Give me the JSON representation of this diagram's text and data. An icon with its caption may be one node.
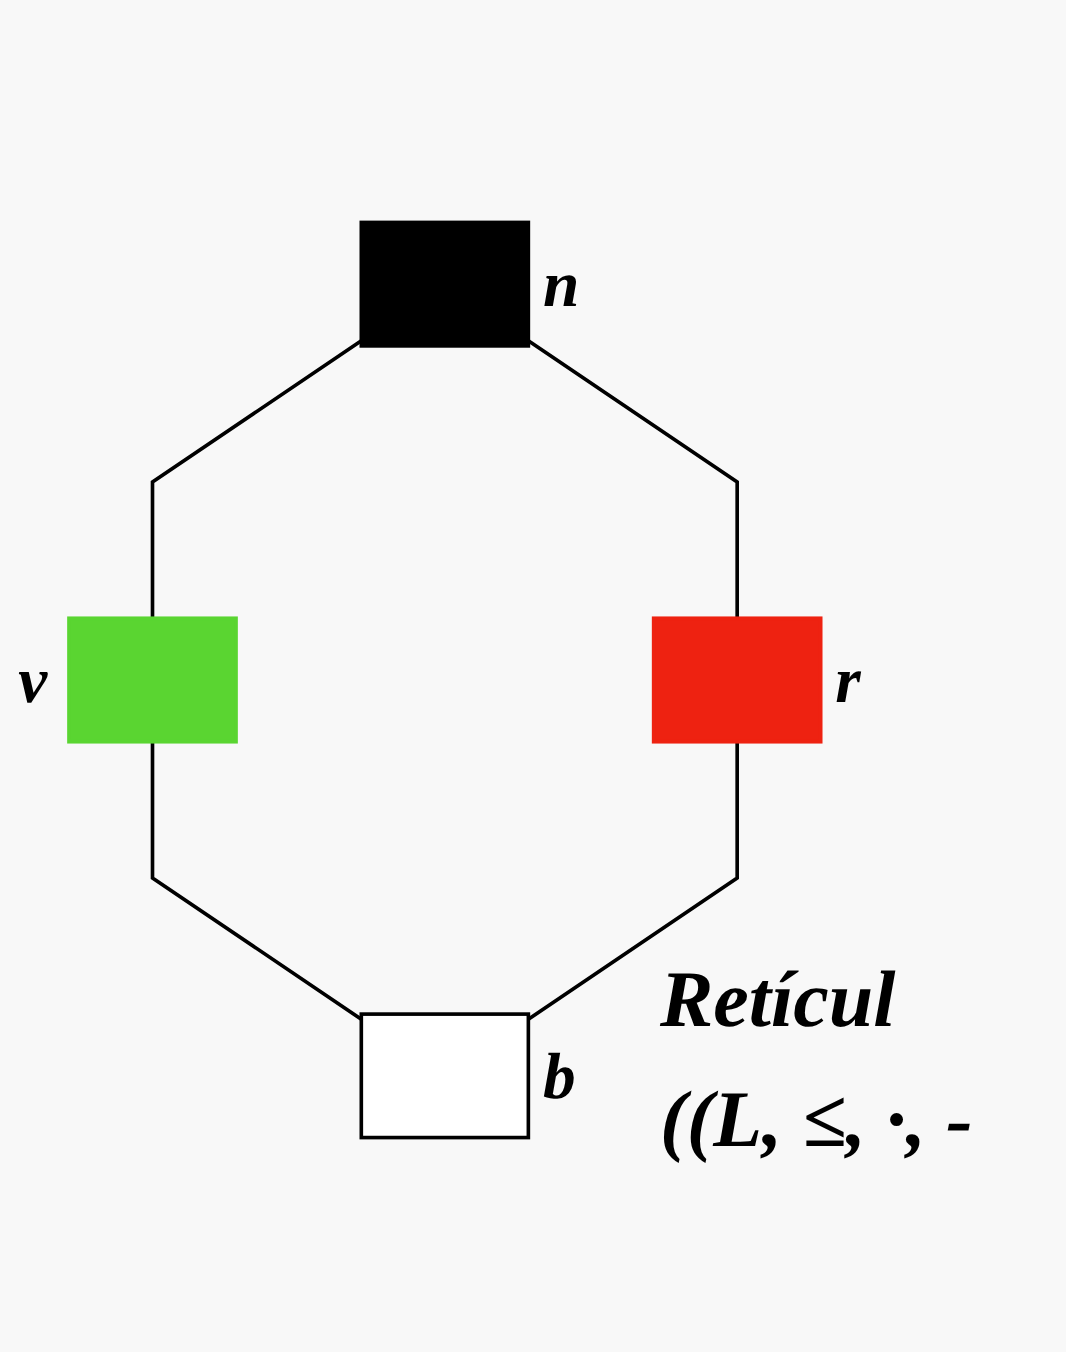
{
  "diagram": {
    "nodes": [
      {
        "text": [],
        "shape": "box",
        "beside": [
          "n"
        ]
      },
      {
        "text": [],
        "shape": "box",
        "beside": [
          "v"
        ]
      },
      {
        "text": [],
        "shape": "box",
        "beside": [
          "r"
        ]
      },
      {
        "text": [],
        "shape": "box",
        "beside": [
          "b"
        ]
      }
    ],
    "edges": [
      {
        "from": 0,
        "to": 1,
        "arrow": "none"
      },
      {
        "from": 0,
        "to": 2,
        "arrow": "none"
      },
      {
        "from": 1,
        "to": 3,
        "arrow": "none"
      },
      {
        "from": 2,
        "to": 3,
        "arrow": "none"
      }
    ],
    "labels": [
      "Retícul",
      "((L, ≤, ·, -"
    ]
  }
}
